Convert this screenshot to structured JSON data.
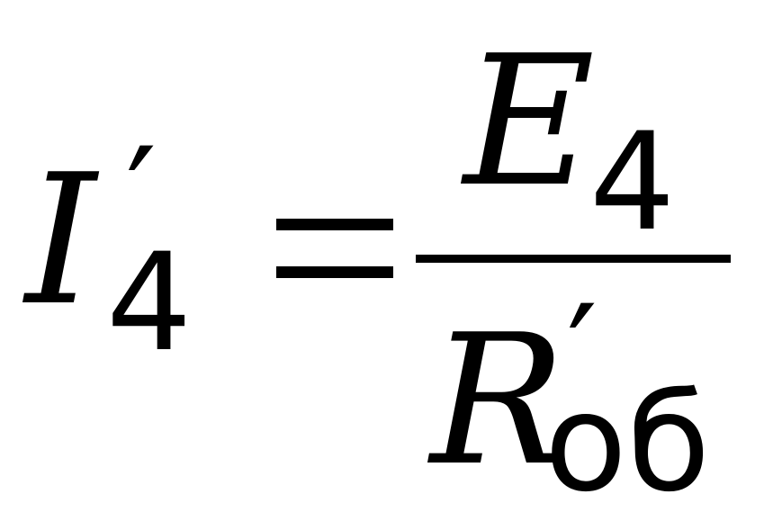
{
  "formula": {
    "lhs": {
      "variable": "I",
      "prime": "′",
      "subscript": "4"
    },
    "equals": "=",
    "rhs": {
      "numerator": {
        "variable": "E",
        "subscript": "4"
      },
      "denominator": {
        "variable": "R",
        "prime": "′",
        "subscript": "об"
      }
    }
  }
}
